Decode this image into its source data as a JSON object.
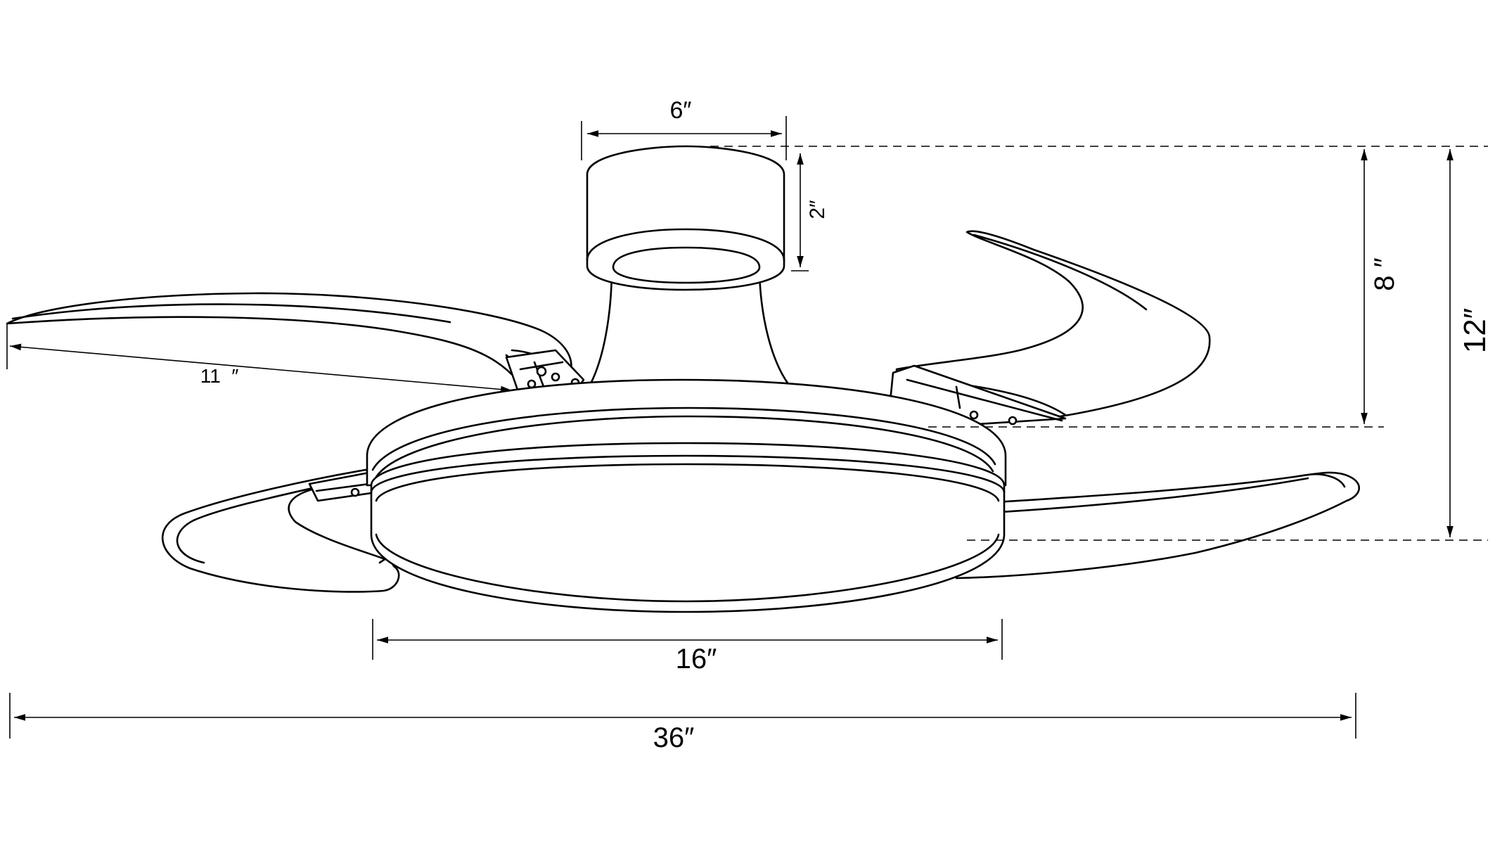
{
  "diagram": {
    "subject": "Ceiling fan with retractable blades and LED light",
    "colors": {
      "line": "#000000",
      "background": "#ffffff"
    }
  },
  "dimensions": {
    "canopy_width": "6″",
    "canopy_height": "2″",
    "blade_length": "11  ″",
    "body_height": "8 ″",
    "overall_height": "12″",
    "light_diameter": "16″",
    "overall_span": "36″"
  }
}
